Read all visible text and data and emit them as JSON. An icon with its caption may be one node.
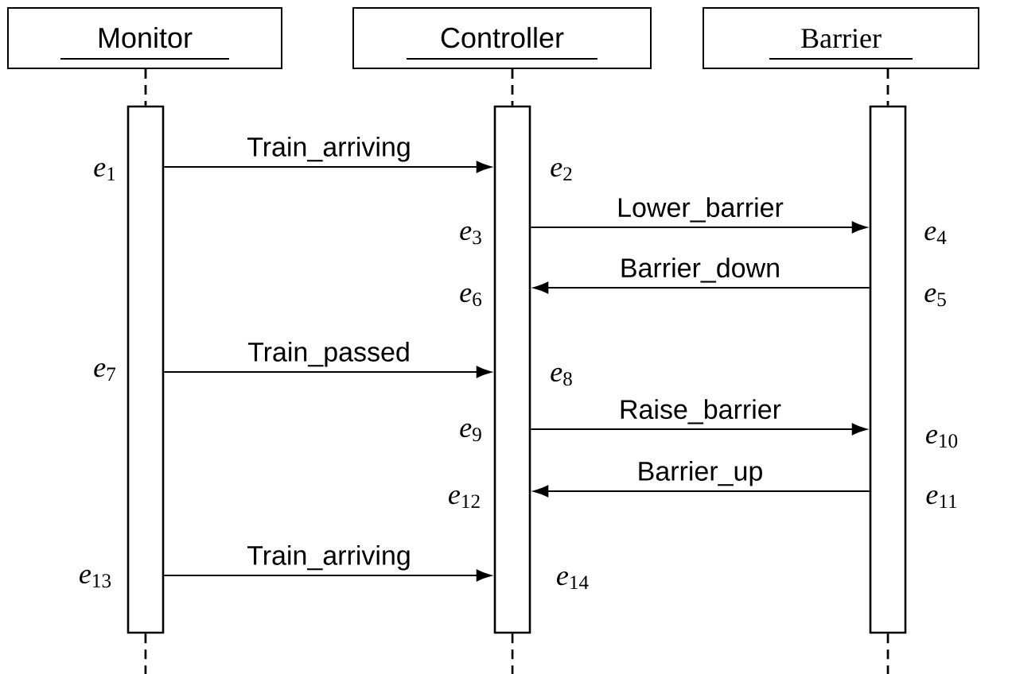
{
  "diagram": {
    "nodes": [
      {
        "text": [
          "Monitor"
        ]
      },
      {
        "text": [
          "Controller"
        ]
      },
      {
        "text": [
          "Barrier"
        ]
      },
      {
        "text": [],
        "shape": "bar",
        "beside": [
          "*e*$_{1}$",
          "*e*$_{7}$",
          "*e*$_{13}$"
        ]
      },
      {
        "text": [],
        "shape": "bar",
        "beside": [
          "*e*$_{2}$",
          "*e*$_{3}$",
          "*e*$_{6}$",
          "*e*$_{8}$",
          "*e*$_{9}$",
          "*e*$_{12}$",
          "*e*$_{14}$"
        ]
      },
      {
        "text": [],
        "shape": "bar",
        "beside": [
          "*e*$_{4}$",
          "*e*$_{5}$",
          "*e*$_{10}$",
          "*e*$_{11}$"
        ]
      }
    ],
    "edges": [
      {
        "from": 0,
        "to": 3,
        "arrow": "none",
        "style": "dashed"
      },
      {
        "from": 1,
        "to": 4,
        "arrow": "none",
        "style": "dashed"
      },
      {
        "from": 2,
        "to": 5,
        "arrow": "none",
        "style": "dashed"
      },
      {
        "from": 3,
        "to": null,
        "arrow": "none",
        "style": "dashed"
      },
      {
        "from": 4,
        "to": null,
        "arrow": "none",
        "style": "dashed"
      },
      {
        "from": 5,
        "to": null,
        "arrow": "none",
        "style": "dashed"
      },
      {
        "from": 3,
        "to": 4,
        "arrow": "to",
        "label": "Train_arriving"
      },
      {
        "from": 4,
        "to": 5,
        "arrow": "to",
        "label": "Lower_barrier"
      },
      {
        "from": 5,
        "to": 4,
        "arrow": "to",
        "label": "Barrier_down"
      },
      {
        "from": 3,
        "to": 4,
        "arrow": "to",
        "label": "Train_passed"
      },
      {
        "from": 4,
        "to": 5,
        "arrow": "to",
        "label": "Raise_barrier"
      },
      {
        "from": 5,
        "to": 4,
        "arrow": "to",
        "label": "Barrier_up"
      },
      {
        "from": 3,
        "to": 4,
        "arrow": "to",
        "label": "Train_arriving"
      }
    ]
  }
}
